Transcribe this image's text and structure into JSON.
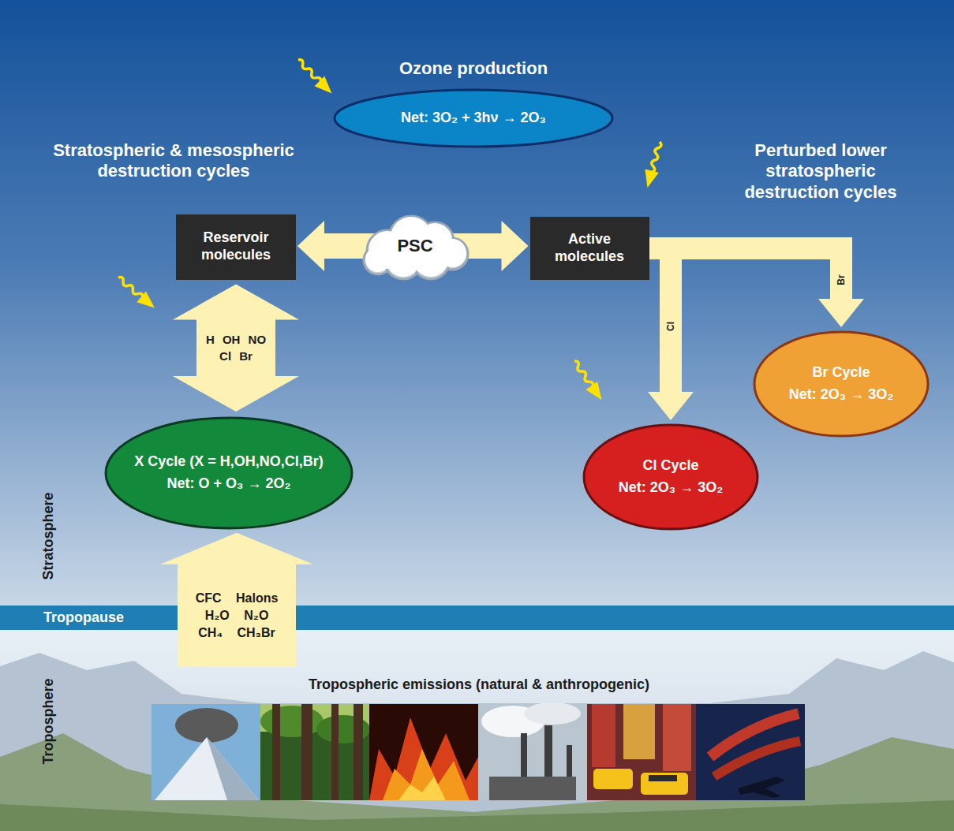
{
  "diagram": {
    "nodes": [
      {
        "text": [
          "Ozone production",
          "Net: 3O₂ + 3hν → 2O₃"
        ]
      },
      {
        "text": [
          "Reservoir molecules"
        ]
      },
      {
        "text": [
          "PSC"
        ]
      },
      {
        "text": [
          "Active molecules"
        ]
      },
      {
        "text": [
          "X Cycle (X = H,OH,NO,Cl,Br)",
          "Net: O + O₃ → 2O₂"
        ]
      },
      {
        "text": [
          "Cl Cycle",
          "Net: 2O₃ → 3O₂"
        ]
      },
      {
        "text": [
          "Br Cycle",
          "Net: 2O₃ → 3O₂"
        ]
      },
      {
        "text": [
          "Tropospheric emissions (natural & anthropogenic)"
        ]
      }
    ],
    "edges": [
      {
        "from": 2,
        "to": 1,
        "arrow": "to"
      },
      {
        "from": 2,
        "to": 3,
        "arrow": "to"
      },
      {
        "from": 1,
        "to": 4,
        "arrow": "both",
        "label": "H OH NO Cl Br"
      },
      {
        "from": 3,
        "to": 5,
        "arrow": "to",
        "label": "Cl"
      },
      {
        "from": 3,
        "to": 6,
        "arrow": "to",
        "label": "Br"
      },
      {
        "from": 7,
        "to": 4,
        "arrow": "to",
        "label": "CFC Halons H₂O N₂O CH₄ CH₃Br"
      }
    ],
    "labels": [
      "Stratospheric & mesospheric destruction cycles",
      "Perturbed lower stratospheric destruction cycles",
      "Stratosphere",
      "Tropopause",
      "Troposphere"
    ]
  }
}
